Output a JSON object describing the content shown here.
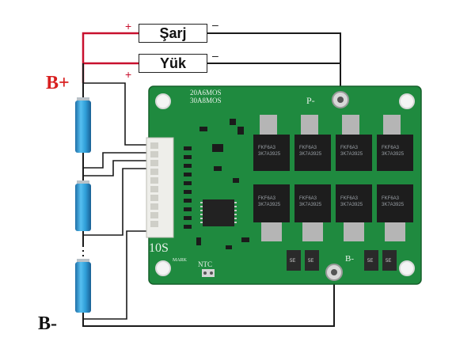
{
  "labels": {
    "charge": "Şarj",
    "load": "Yük",
    "b_plus": "B+",
    "b_minus": "B-",
    "plus_sign": "+",
    "minus_sign": "–"
  },
  "board": {
    "silk_rating_1": "20A6MOS",
    "silk_rating_2": "30A8MOS",
    "silk_p_minus": "P-",
    "silk_b_minus": "B-",
    "silk_series": "10S",
    "silk_ntc": "NTC",
    "silk_mark": "MARK",
    "mosfet_code_top": "FKF6A3",
    "mosfet_code_bottom": "3K7A3925",
    "diode_code": "5E"
  },
  "colors": {
    "board_green": "#1f8a3f",
    "wire_red": "#c8102e",
    "wire_black": "#1a1a1a",
    "cell_blue": "#2f9ed8",
    "label_red": "#d81e1e"
  }
}
